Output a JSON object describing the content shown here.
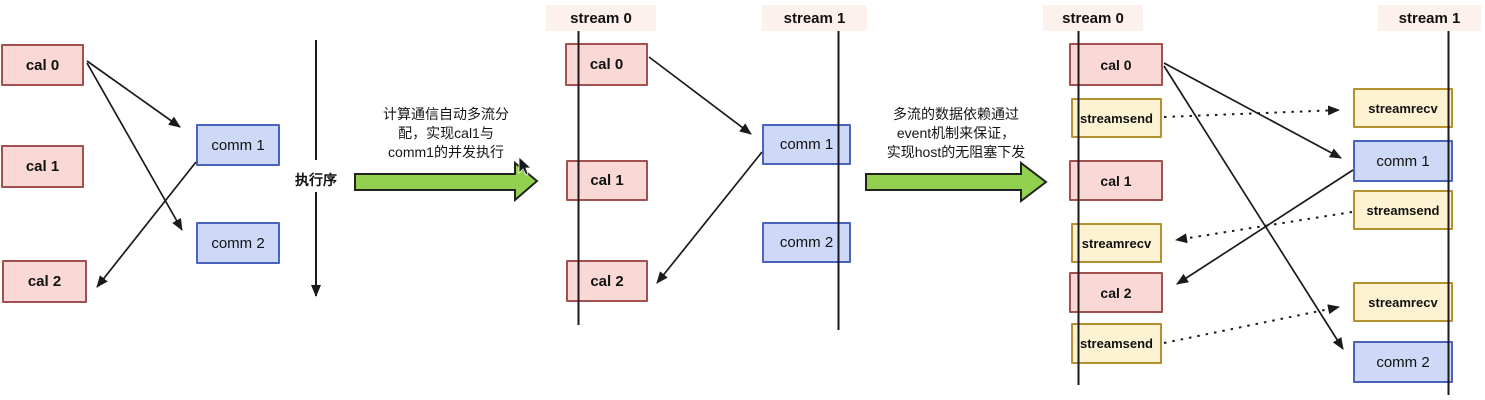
{
  "left_panel": {
    "cal0": "cal 0",
    "cal1": "cal 1",
    "cal2": "cal 2",
    "comm1": "comm 1",
    "comm2": "comm 2",
    "axis_label": "执行序"
  },
  "transition1": {
    "line1": "计算通信自动多流分",
    "line2": "配，实现cal1与",
    "line3": "comm1的并发执行"
  },
  "middle_panel": {
    "stream0_label": "stream 0",
    "stream1_label": "stream 1",
    "cal0": "cal 0",
    "cal1": "cal 1",
    "cal2": "cal 2",
    "comm1": "comm 1",
    "comm2": "comm 2"
  },
  "transition2": {
    "line1": "多流的数据依赖通过",
    "line2": "event机制来保证，",
    "line3": "实现host的无阻塞下发"
  },
  "right_panel": {
    "stream0_label": "stream 0",
    "stream1_label": "stream 1",
    "s0_boxes": [
      {
        "label": "cal 0",
        "type": "cal"
      },
      {
        "label": "streamsend",
        "type": "stream"
      },
      {
        "label": "cal 1",
        "type": "cal"
      },
      {
        "label": "streamrecv",
        "type": "stream"
      },
      {
        "label": "cal 2",
        "type": "cal"
      },
      {
        "label": "streamsend",
        "type": "stream"
      }
    ],
    "s1_boxes": [
      {
        "label": "streamrecv",
        "type": "stream"
      },
      {
        "label": "comm 1",
        "type": "comm"
      },
      {
        "label": "streamsend",
        "type": "stream"
      },
      {
        "label": "streamrecv",
        "type": "stream"
      },
      {
        "label": "comm 2",
        "type": "comm"
      }
    ]
  },
  "colors": {
    "cal_fill": "#f9d8d5",
    "cal_border": "#a35050",
    "comm_fill": "#cdd9f6",
    "comm_border": "#4a63bd",
    "stream_fill": "#fdf2d2",
    "stream_border": "#b3912e",
    "header_bg": "#fdf1ed",
    "green_arrow": "#92d050",
    "line": "#1a1a1a"
  }
}
